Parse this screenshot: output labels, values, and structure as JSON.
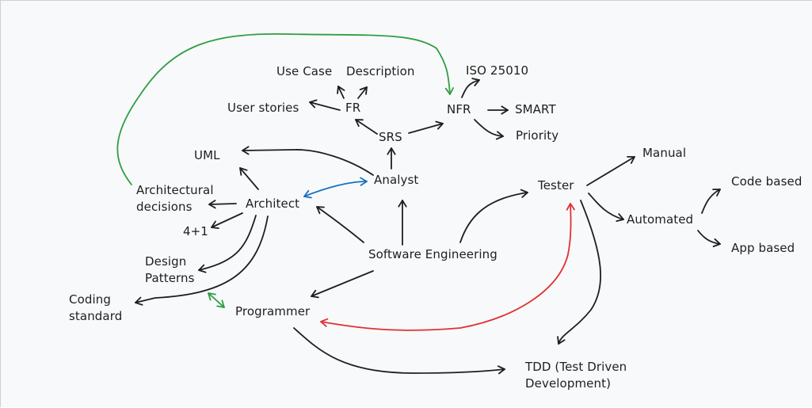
{
  "diagram": {
    "nodes": [
      {
        "id": "software_engineering",
        "lines": [
          "Software Engineering"
        ]
      },
      {
        "id": "analyst",
        "lines": [
          "Analyst"
        ]
      },
      {
        "id": "srs",
        "lines": [
          "SRS"
        ]
      },
      {
        "id": "fr",
        "lines": [
          "FR"
        ]
      },
      {
        "id": "nfr",
        "lines": [
          "NFR"
        ]
      },
      {
        "id": "use_case",
        "lines": [
          "Use Case"
        ]
      },
      {
        "id": "description",
        "lines": [
          "Description"
        ]
      },
      {
        "id": "user_stories",
        "lines": [
          "User stories"
        ]
      },
      {
        "id": "iso",
        "lines": [
          "ISO 25010"
        ]
      },
      {
        "id": "smart",
        "lines": [
          "SMART"
        ]
      },
      {
        "id": "priority",
        "lines": [
          "Priority"
        ]
      },
      {
        "id": "uml",
        "lines": [
          "UML"
        ]
      },
      {
        "id": "architect",
        "lines": [
          "Architect"
        ]
      },
      {
        "id": "arch_decisions",
        "lines": [
          "Architectural",
          "decisions"
        ]
      },
      {
        "id": "four_plus_one",
        "lines": [
          "4+1"
        ]
      },
      {
        "id": "design_patterns",
        "lines": [
          "Design",
          "Patterns"
        ]
      },
      {
        "id": "coding_standard",
        "lines": [
          "Coding",
          "standard"
        ]
      },
      {
        "id": "programmer",
        "lines": [
          "Programmer"
        ]
      },
      {
        "id": "tester",
        "lines": [
          "Tester"
        ]
      },
      {
        "id": "manual",
        "lines": [
          "Manual"
        ]
      },
      {
        "id": "automated",
        "lines": [
          "Automated"
        ]
      },
      {
        "id": "code_based",
        "lines": [
          "Code based"
        ]
      },
      {
        "id": "app_based",
        "lines": [
          "App based"
        ]
      },
      {
        "id": "tdd",
        "lines": [
          "TDD (Test Driven",
          "Development)"
        ]
      }
    ],
    "edges": [
      {
        "from": "software_engineering",
        "to": "analyst",
        "color": "#1e1e1e"
      },
      {
        "from": "software_engineering",
        "to": "architect",
        "color": "#1e1e1e"
      },
      {
        "from": "software_engineering",
        "to": "programmer",
        "color": "#1e1e1e"
      },
      {
        "from": "software_engineering",
        "to": "tester",
        "color": "#1e1e1e"
      },
      {
        "from": "analyst",
        "to": "srs",
        "color": "#1e1e1e"
      },
      {
        "from": "analyst",
        "to": "uml",
        "color": "#1e1e1e"
      },
      {
        "from": "srs",
        "to": "fr",
        "color": "#1e1e1e"
      },
      {
        "from": "srs",
        "to": "nfr",
        "color": "#1e1e1e"
      },
      {
        "from": "fr",
        "to": "use_case",
        "color": "#1e1e1e"
      },
      {
        "from": "fr",
        "to": "description",
        "color": "#1e1e1e"
      },
      {
        "from": "fr",
        "to": "user_stories",
        "color": "#1e1e1e"
      },
      {
        "from": "nfr",
        "to": "iso",
        "color": "#1e1e1e"
      },
      {
        "from": "nfr",
        "to": "smart",
        "color": "#1e1e1e"
      },
      {
        "from": "nfr",
        "to": "priority",
        "color": "#1e1e1e"
      },
      {
        "from": "architect",
        "to": "analyst",
        "color": "#1971c2",
        "bidirectional": true
      },
      {
        "from": "architect",
        "to": "uml",
        "color": "#1e1e1e"
      },
      {
        "from": "architect",
        "to": "arch_decisions",
        "color": "#1e1e1e"
      },
      {
        "from": "architect",
        "to": "four_plus_one",
        "color": "#1e1e1e"
      },
      {
        "from": "architect",
        "to": "design_patterns",
        "color": "#1e1e1e"
      },
      {
        "from": "architect",
        "to": "coding_standard",
        "color": "#1e1e1e"
      },
      {
        "from": "arch_decisions",
        "to": "nfr",
        "color": "#2f9e44"
      },
      {
        "from": "design_patterns",
        "to": "programmer",
        "color": "#2f9e44",
        "bidirectional": true
      },
      {
        "from": "programmer",
        "to": "tdd",
        "color": "#1e1e1e"
      },
      {
        "from": "programmer",
        "to": "tester",
        "color": "#e03131",
        "bidirectional": true
      },
      {
        "from": "tester",
        "to": "manual",
        "color": "#1e1e1e"
      },
      {
        "from": "tester",
        "to": "automated",
        "color": "#1e1e1e"
      },
      {
        "from": "tester",
        "to": "tdd",
        "color": "#1e1e1e"
      },
      {
        "from": "automated",
        "to": "code_based",
        "color": "#1e1e1e"
      },
      {
        "from": "automated",
        "to": "app_based",
        "color": "#1e1e1e"
      }
    ]
  }
}
